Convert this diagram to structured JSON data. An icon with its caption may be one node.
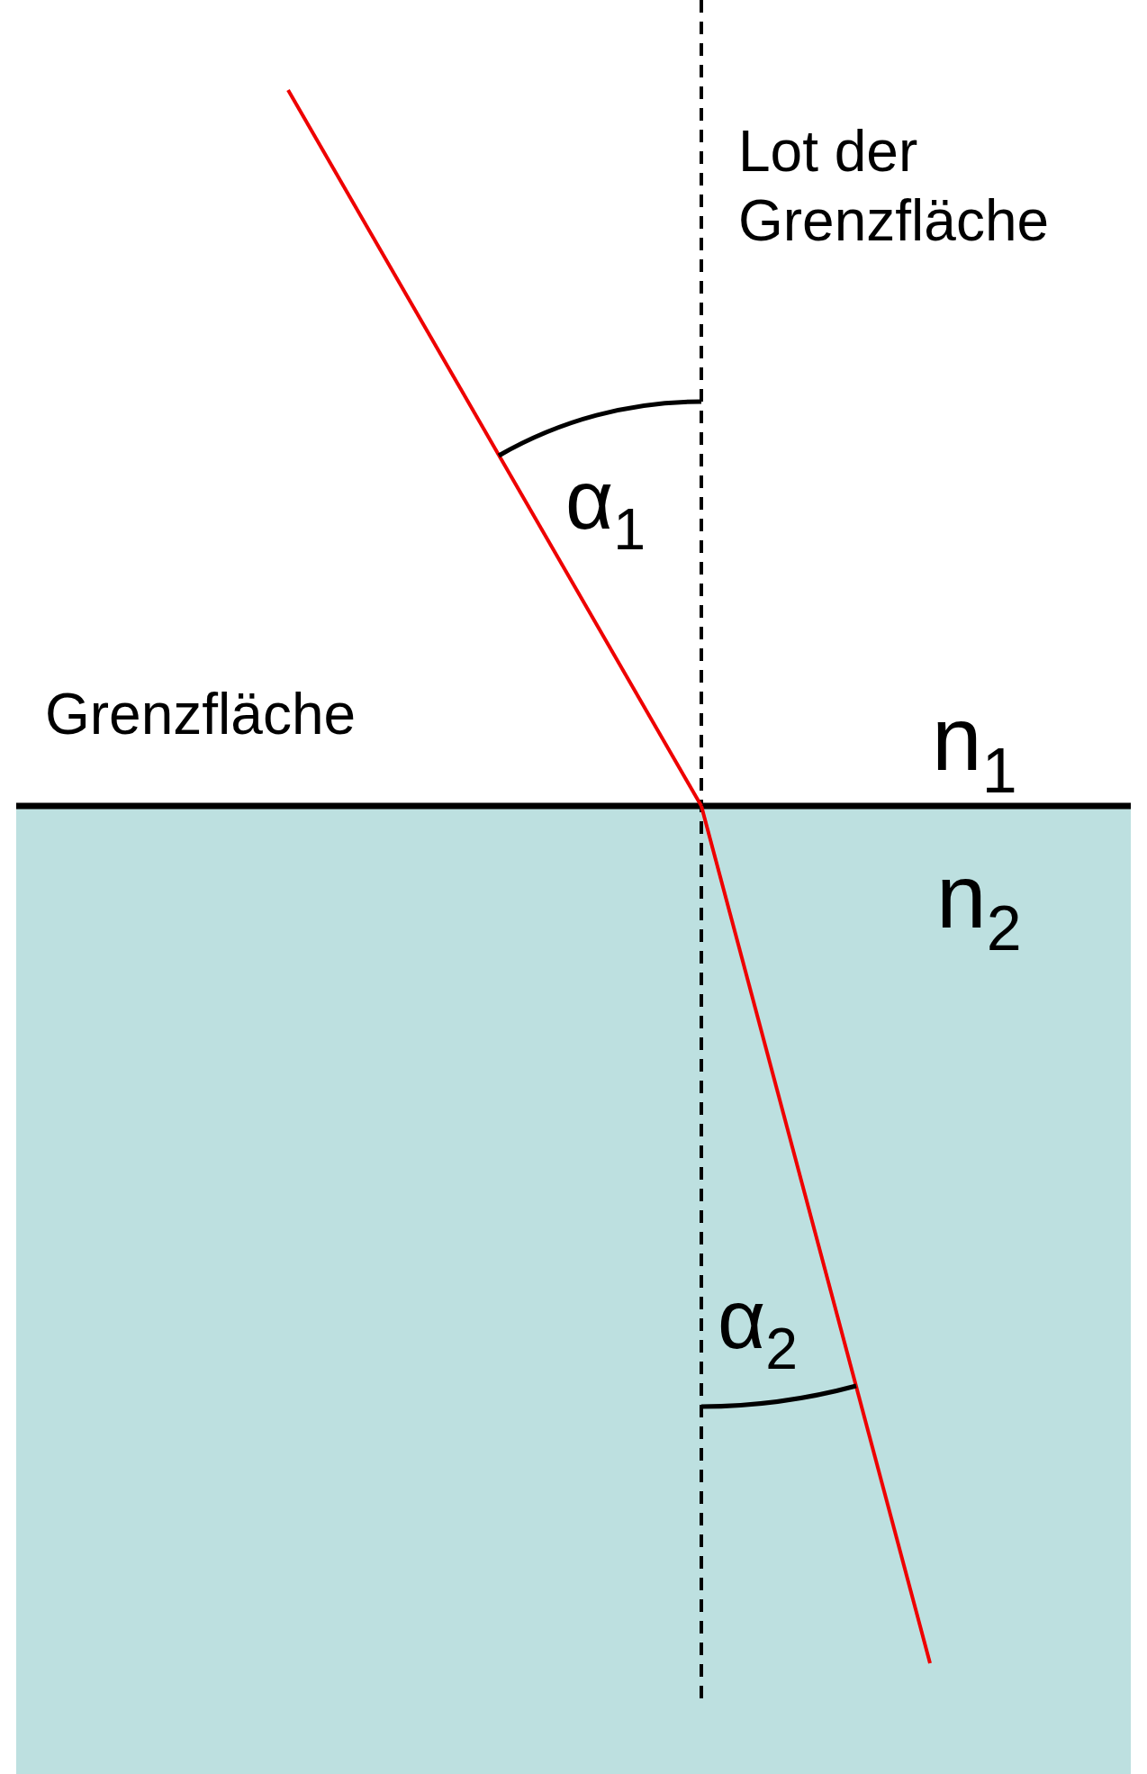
{
  "diagram": {
    "labels": [
      "Lot der Grenzfläche",
      "α$_{1}$",
      "Grenzfläche",
      "n$_{1}$",
      "n$_{2}$",
      "α$_{2}$"
    ]
  }
}
